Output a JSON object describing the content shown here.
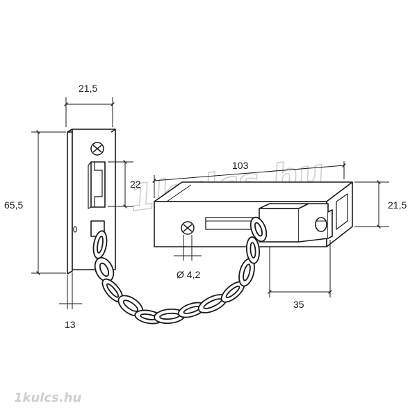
{
  "dimensions": {
    "plate_width": "21,5",
    "plate_height": "65,5",
    "slot_height": "22",
    "rail_length": "103",
    "rail_height": "21,5",
    "hole_diameter": "Ø 4,2",
    "carriage_width": "35",
    "plate_depth": "13"
  },
  "watermark": {
    "center": "1kulcs.hu",
    "corner": "1kulcs.hu"
  },
  "colors": {
    "line": "#1a1a1a",
    "watermark": "#c8c8c8",
    "background": "#ffffff"
  }
}
